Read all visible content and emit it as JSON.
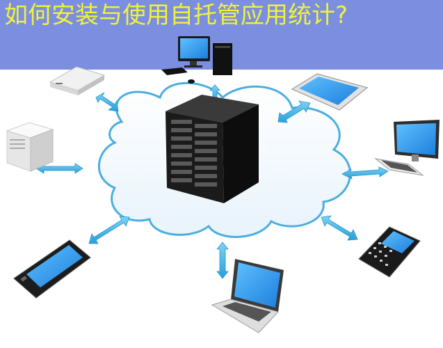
{
  "title": "如何安装与使用自托管应用统计?",
  "colors": {
    "title_band": "#7b8ee0",
    "title_text": "#f2f23a",
    "cloud_stroke": "#4aaee0",
    "arrow": "#49b4e6",
    "screen": "#2a8fe0",
    "server": "#1e1e1e"
  },
  "devices": [
    {
      "id": "desktop-pc-top",
      "icon": "desktop-monitor-tower"
    },
    {
      "id": "rack-server-unit",
      "icon": "rack-server-1u"
    },
    {
      "id": "tower-server",
      "icon": "tower-server"
    },
    {
      "id": "tablet",
      "icon": "tablet"
    },
    {
      "id": "desktop-monitor-right",
      "icon": "desktop-monitor-keyboard"
    },
    {
      "id": "smartphone-left",
      "icon": "smartphone"
    },
    {
      "id": "laptop",
      "icon": "laptop"
    },
    {
      "id": "blackberry-phone",
      "icon": "qwerty-phone"
    },
    {
      "id": "central-server-rack",
      "icon": "server-rack"
    }
  ]
}
